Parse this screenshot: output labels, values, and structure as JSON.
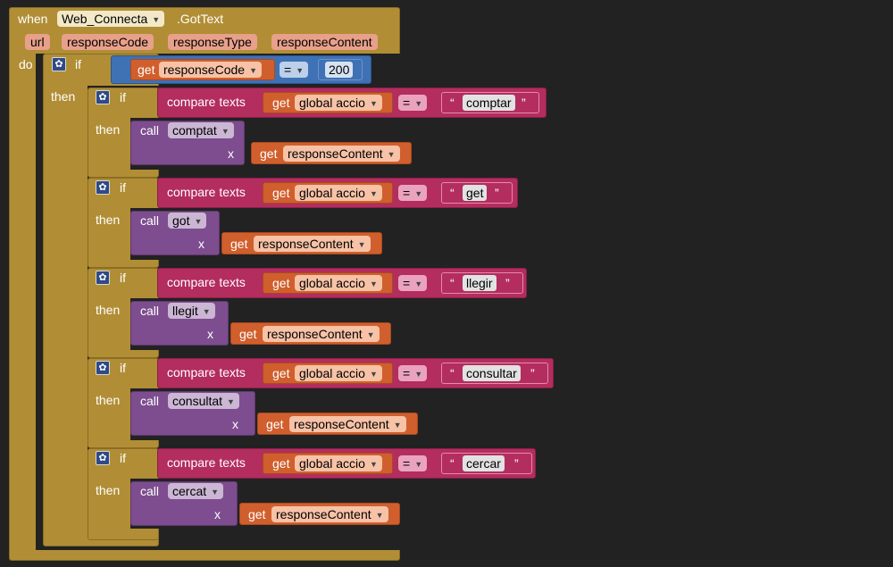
{
  "event": {
    "when_label": "when",
    "component": "Web_Connecta",
    "event_name": ".GotText",
    "params": [
      "url",
      "responseCode",
      "responseType",
      "responseContent"
    ],
    "do_label": "do"
  },
  "outer_if": {
    "if_label": "if",
    "then_label": "then",
    "get_label": "get",
    "var": "responseCode",
    "op": "=",
    "value": "200"
  },
  "labels": {
    "if": "if",
    "then": "then",
    "compare": "compare texts",
    "get": "get",
    "call": "call",
    "x": "x",
    "op": "=",
    "global_var": "global accio",
    "response_var": "responseContent",
    "open_quote": "“",
    "close_quote": "”"
  },
  "branches": [
    {
      "text": "comptar",
      "proc": "comptat"
    },
    {
      "text": "get",
      "proc": "got"
    },
    {
      "text": "llegir",
      "proc": "llegit"
    },
    {
      "text": "consultar",
      "proc": "consultat"
    },
    {
      "text": "cercar",
      "proc": "cercat"
    }
  ]
}
